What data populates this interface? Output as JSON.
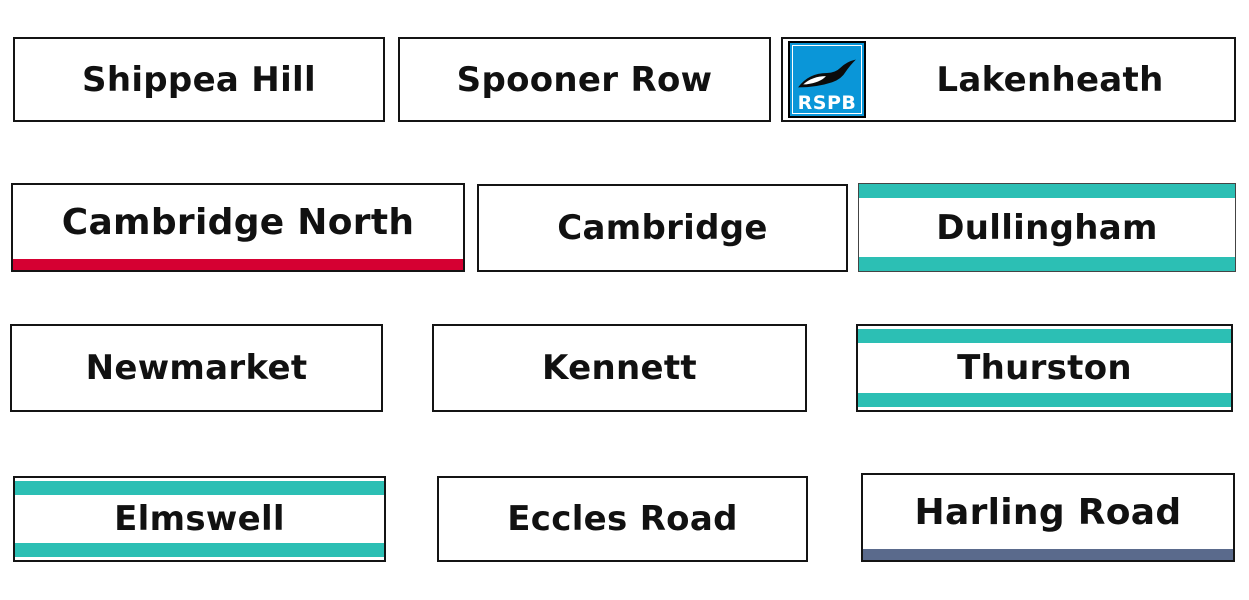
{
  "colors": {
    "teal": "#2cbfb4",
    "red": "#d50032",
    "slate": "#5a6a8c",
    "rspb_blue": "#0a96d8",
    "text": "#111111",
    "border": "#141414"
  },
  "rspb_logo": {
    "label": "RSPB"
  },
  "stations": [
    {
      "name": "Shippea Hill",
      "accent": null
    },
    {
      "name": "Spooner Row",
      "accent": null
    },
    {
      "name": "Lakenheath",
      "accent": null
    },
    {
      "name": "Cambridge North",
      "accent": "#d50032"
    },
    {
      "name": "Cambridge",
      "accent": null
    },
    {
      "name": "Dullingham",
      "accent": "#2cbfb4"
    },
    {
      "name": "Newmarket",
      "accent": null
    },
    {
      "name": "Kennett",
      "accent": null
    },
    {
      "name": "Thurston",
      "accent": "#2cbfb4"
    },
    {
      "name": "Elmswell",
      "accent": "#2cbfb4"
    },
    {
      "name": "Eccles Road",
      "accent": null
    },
    {
      "name": "Harling Road",
      "accent": "#5a6a8c"
    }
  ]
}
